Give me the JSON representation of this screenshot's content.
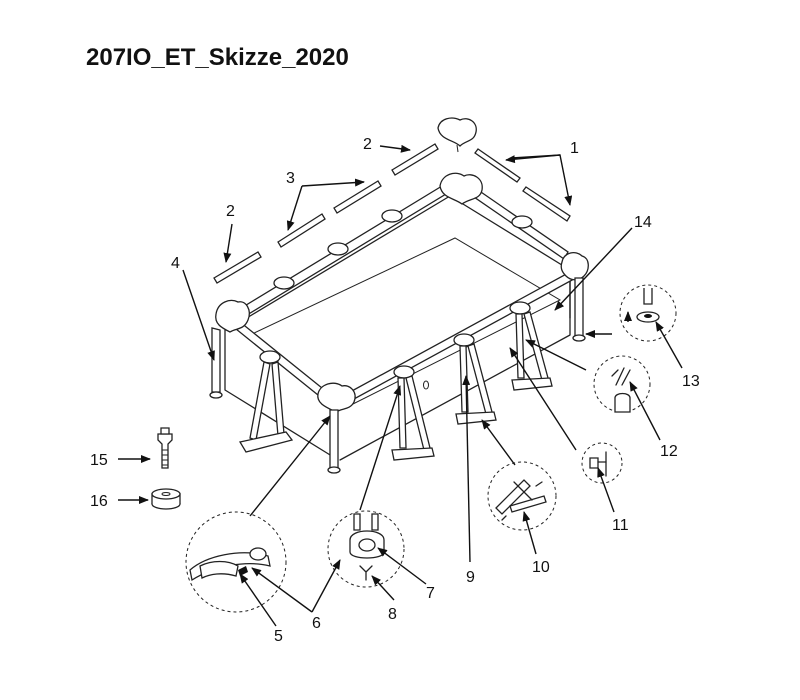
{
  "title": "207IO_ET_Skizze_2020",
  "colors": {
    "ink": "#111111",
    "background": "#ffffff"
  },
  "callouts": {
    "c1": "1",
    "c2a": "2",
    "c2b": "2",
    "c3": "3",
    "c4": "4",
    "c5": "5",
    "c6": "6",
    "c7": "7",
    "c8": "8",
    "c9": "9",
    "c10": "10",
    "c11": "11",
    "c12": "12",
    "c13": "13",
    "c14": "14",
    "c15": "15",
    "c16": "16"
  }
}
